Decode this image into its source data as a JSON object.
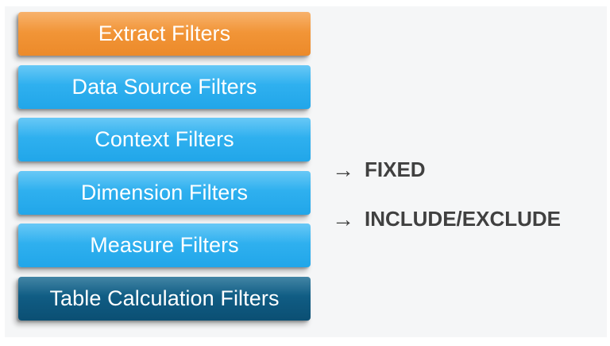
{
  "filter_order": {
    "items": [
      {
        "label": "Extract Filters",
        "color": "#f19436"
      },
      {
        "label": "Data Source Filters",
        "color": "#2fb0ef"
      },
      {
        "label": "Context Filters",
        "color": "#2fb0ef"
      },
      {
        "label": "Dimension Filters",
        "color": "#2fb0ef"
      },
      {
        "label": "Measure Filters",
        "color": "#2fb0ef"
      },
      {
        "label": "Table Calculation Filters",
        "color": "#0f5a81"
      }
    ]
  },
  "annotations": [
    {
      "arrow": "→",
      "text": "FIXED"
    },
    {
      "arrow": "→",
      "text": "INCLUDE/EXCLUDE"
    }
  ],
  "colors": {
    "text_dark": "#404040",
    "box_text": "#ffffff"
  }
}
